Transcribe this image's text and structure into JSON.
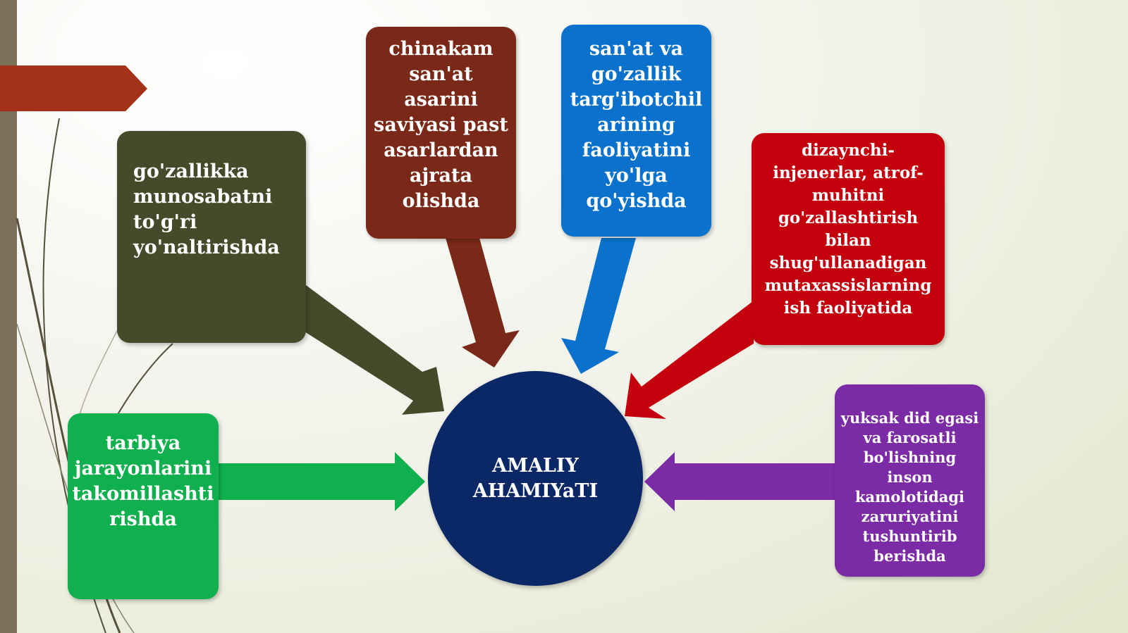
{
  "center": {
    "lines": [
      "AMALIY",
      "AHAMIYaTI"
    ]
  },
  "boxes": {
    "olive": {
      "lines": [
        "go'zallikka",
        "munosabatni",
        "to'g'ri",
        "yo'naltirishda"
      ]
    },
    "brown": {
      "lines": [
        "chinakam",
        "san'at",
        "asarini",
        "saviyasi past",
        "asarlardan",
        "ajrata",
        "olishda"
      ]
    },
    "blue": {
      "lines": [
        "san'at va",
        "go'zallik",
        "targ'ibotchil",
        "arining",
        "faoliyatini",
        "yo'lga",
        "qo'yishda"
      ]
    },
    "red": {
      "lines": [
        "dizaynchi-",
        "injenerlar, atrof-",
        "muhitni",
        "go'zallashtirish",
        "bilan",
        "shug'ullanadigan",
        "mutaxassislarning",
        "ish faoliyatida"
      ]
    },
    "green": {
      "lines": [
        "tarbiya",
        "jarayonlarini",
        "takomillashti",
        "rishda"
      ]
    },
    "purple": {
      "lines": [
        "yuksak did egasi",
        "va farosatli",
        "bo'lishning inson",
        "kamolotidagi",
        "zaruriyatini",
        "tushuntirib",
        "berishda"
      ]
    }
  },
  "colors": {
    "olive": "#444a2a",
    "brown": "#7a2918",
    "blue": "#0a72cc",
    "red": "#c4000c",
    "green": "#10b04e",
    "purple": "#7b2ba6",
    "center": "#0a2766",
    "tag": "#a4311a"
  }
}
